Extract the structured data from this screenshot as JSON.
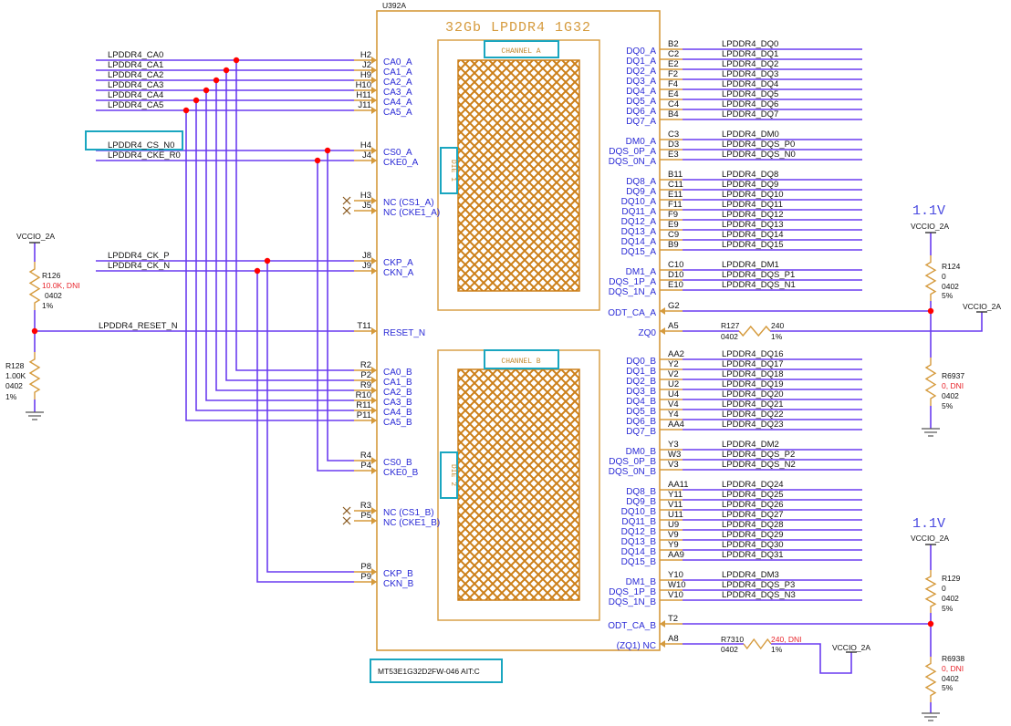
{
  "part": {
    "refdes": "U392A",
    "title": "32Gb LPDDR4 1G32",
    "part_number": "MT53E1G32D2FW-046 AIT:C",
    "channel_a_label": "CHANNEL A",
    "channel_b_label": "CHANNEL B",
    "die1_label": "DIE 1",
    "die2_label": "DIE 2"
  },
  "colors": {
    "wire": "#6a3cf0",
    "body": "#d59a3c",
    "hatch": "#cc7f18",
    "highlight": "#1aa6c0",
    "junction": "#ff0000",
    "pin_name": "#2a2ad6",
    "dni": "#e8232a",
    "rail_label": "#4a4ae0"
  },
  "left_pins_a": [
    {
      "pin": "H2",
      "name": "CA0_A",
      "net": "LPDDR4_CA0"
    },
    {
      "pin": "J2",
      "name": "CA1_A",
      "net": "LPDDR4_CA1"
    },
    {
      "pin": "H9",
      "name": "CA2_A",
      "net": "LPDDR4_CA2"
    },
    {
      "pin": "H10",
      "name": "CA3_A",
      "net": "LPDDR4_CA3"
    },
    {
      "pin": "H11",
      "name": "CA4_A",
      "net": "LPDDR4_CA4"
    },
    {
      "pin": "J11",
      "name": "CA5_A",
      "net": "LPDDR4_CA5"
    },
    {
      "pin": "H4",
      "name": "CS0_A",
      "net": "LPDDR4_CS_N0"
    },
    {
      "pin": "J4",
      "name": "CKE0_A",
      "net": "LPDDR4_CKE_R0"
    },
    {
      "pin": "H3",
      "name": "NC (CS1_A)",
      "net": ""
    },
    {
      "pin": "J5",
      "name": "NC (CKE1_A)",
      "net": ""
    },
    {
      "pin": "J8",
      "name": "CKP_A",
      "net": "LPDDR4_CK_P"
    },
    {
      "pin": "J9",
      "name": "CKN_A",
      "net": "LPDDR4_CK_N"
    },
    {
      "pin": "T11",
      "name": "RESET_N",
      "net": "LPDDR4_RESET_N"
    }
  ],
  "left_pins_b": [
    {
      "pin": "R2",
      "name": "CA0_B"
    },
    {
      "pin": "P2",
      "name": "CA1_B"
    },
    {
      "pin": "R9",
      "name": "CA2_B"
    },
    {
      "pin": "R10",
      "name": "CA3_B"
    },
    {
      "pin": "R11",
      "name": "CA4_B"
    },
    {
      "pin": "P11",
      "name": "CA5_B"
    },
    {
      "pin": "R4",
      "name": "CS0_B"
    },
    {
      "pin": "P4",
      "name": "CKE0_B"
    },
    {
      "pin": "R3",
      "name": "NC (CS1_B)"
    },
    {
      "pin": "P5",
      "name": "NC (CKE1_B)"
    },
    {
      "pin": "P8",
      "name": "CKP_B"
    },
    {
      "pin": "P9",
      "name": "CKN_B"
    }
  ],
  "right_pins_a": [
    {
      "pin": "B2",
      "name": "DQ0_A",
      "net": "LPDDR4_DQ0"
    },
    {
      "pin": "C2",
      "name": "DQ1_A",
      "net": "LPDDR4_DQ1"
    },
    {
      "pin": "E2",
      "name": "DQ2_A",
      "net": "LPDDR4_DQ2"
    },
    {
      "pin": "F2",
      "name": "DQ3_A",
      "net": "LPDDR4_DQ3"
    },
    {
      "pin": "F4",
      "name": "DQ4_A",
      "net": "LPDDR4_DQ4"
    },
    {
      "pin": "E4",
      "name": "DQ5_A",
      "net": "LPDDR4_DQ5"
    },
    {
      "pin": "C4",
      "name": "DQ6_A",
      "net": "LPDDR4_DQ6"
    },
    {
      "pin": "B4",
      "name": "DQ7_A",
      "net": "LPDDR4_DQ7"
    },
    {
      "pin": "C3",
      "name": "DM0_A",
      "net": "LPDDR4_DM0"
    },
    {
      "pin": "D3",
      "name": "DQS_0P_A",
      "net": "LPDDR4_DQS_P0"
    },
    {
      "pin": "E3",
      "name": "DQS_0N_A",
      "net": "LPDDR4_DQS_N0"
    },
    {
      "pin": "B11",
      "name": "DQ8_A",
      "net": "LPDDR4_DQ8"
    },
    {
      "pin": "C11",
      "name": "DQ9_A",
      "net": "LPDDR4_DQ9"
    },
    {
      "pin": "E11",
      "name": "DQ10_A",
      "net": "LPDDR4_DQ10"
    },
    {
      "pin": "F11",
      "name": "DQ11_A",
      "net": "LPDDR4_DQ11"
    },
    {
      "pin": "F9",
      "name": "DQ12_A",
      "net": "LPDDR4_DQ12"
    },
    {
      "pin": "E9",
      "name": "DQ13_A",
      "net": "LPDDR4_DQ13"
    },
    {
      "pin": "C9",
      "name": "DQ14_A",
      "net": "LPDDR4_DQ14"
    },
    {
      "pin": "B9",
      "name": "DQ15_A",
      "net": "LPDDR4_DQ15"
    },
    {
      "pin": "C10",
      "name": "DM1_A",
      "net": "LPDDR4_DM1"
    },
    {
      "pin": "D10",
      "name": "DQS_1P_A",
      "net": "LPDDR4_DQS_P1"
    },
    {
      "pin": "E10",
      "name": "DQS_1N_A",
      "net": "LPDDR4_DQS_N1"
    },
    {
      "pin": "G2",
      "name": "ODT_CA_A",
      "net": ""
    },
    {
      "pin": "A5",
      "name": "ZQ0",
      "net": ""
    }
  ],
  "right_pins_b": [
    {
      "pin": "AA2",
      "name": "DQ0_B",
      "net": "LPDDR4_DQ16"
    },
    {
      "pin": "Y2",
      "name": "DQ1_B",
      "net": "LPDDR4_DQ17"
    },
    {
      "pin": "V2",
      "name": "DQ2_B",
      "net": "LPDDR4_DQ18"
    },
    {
      "pin": "U2",
      "name": "DQ3_B",
      "net": "LPDDR4_DQ19"
    },
    {
      "pin": "U4",
      "name": "DQ4_B",
      "net": "LPDDR4_DQ20"
    },
    {
      "pin": "V4",
      "name": "DQ5_B",
      "net": "LPDDR4_DQ21"
    },
    {
      "pin": "Y4",
      "name": "DQ6_B",
      "net": "LPDDR4_DQ22"
    },
    {
      "pin": "AA4",
      "name": "DQ7_B",
      "net": "LPDDR4_DQ23"
    },
    {
      "pin": "Y3",
      "name": "DM0_B",
      "net": "LPDDR4_DM2"
    },
    {
      "pin": "W3",
      "name": "DQS_0P_B",
      "net": "LPDDR4_DQS_P2"
    },
    {
      "pin": "V3",
      "name": "DQS_0N_B",
      "net": "LPDDR4_DQS_N2"
    },
    {
      "pin": "AA11",
      "name": "DQ8_B",
      "net": "LPDDR4_DQ24"
    },
    {
      "pin": "Y11",
      "name": "DQ9_B",
      "net": "LPDDR4_DQ25"
    },
    {
      "pin": "V11",
      "name": "DQ10_B",
      "net": "LPDDR4_DQ26"
    },
    {
      "pin": "U11",
      "name": "DQ11_B",
      "net": "LPDDR4_DQ27"
    },
    {
      "pin": "U9",
      "name": "DQ12_B",
      "net": "LPDDR4_DQ28"
    },
    {
      "pin": "V9",
      "name": "DQ13_B",
      "net": "LPDDR4_DQ29"
    },
    {
      "pin": "Y9",
      "name": "DQ14_B",
      "net": "LPDDR4_DQ30"
    },
    {
      "pin": "AA9",
      "name": "DQ15_B",
      "net": "LPDDR4_DQ31"
    },
    {
      "pin": "Y10",
      "name": "DM1_B",
      "net": "LPDDR4_DM3"
    },
    {
      "pin": "W10",
      "name": "DQS_1P_B",
      "net": "LPDDR4_DQS_P3"
    },
    {
      "pin": "V10",
      "name": "DQS_1N_B",
      "net": "LPDDR4_DQS_N3"
    },
    {
      "pin": "T2",
      "name": "ODT_CA_B",
      "net": ""
    },
    {
      "pin": "A8",
      "name": "(ZQ1) NC",
      "net": ""
    }
  ],
  "resistors": {
    "R126": {
      "ref": "R126",
      "value": "10.0K, DNI",
      "pkg": "0402",
      "tol": "1%"
    },
    "R128": {
      "ref": "R128",
      "value": "1.00K",
      "pkg": "0402",
      "tol": "1%"
    },
    "R124": {
      "ref": "R124",
      "value": "0",
      "pkg": "0402",
      "tol": "5%"
    },
    "R6937": {
      "ref": "R6937",
      "value": "0, DNI",
      "pkg": "0402",
      "tol": "5%"
    },
    "R127": {
      "ref": "R127",
      "value": "240",
      "pkg": "0402",
      "tol": "1%"
    },
    "R129": {
      "ref": "R129",
      "value": "0",
      "pkg": "0402",
      "tol": "5%"
    },
    "R6938": {
      "ref": "R6938",
      "value": "0, DNI",
      "pkg": "0402",
      "tol": "5%"
    },
    "R7310": {
      "ref": "R7310",
      "value": "240, DNI",
      "pkg": "0402",
      "tol": "1%"
    }
  },
  "rails": {
    "vccio": "VCCIO_2A",
    "voltage": "1.1V"
  }
}
